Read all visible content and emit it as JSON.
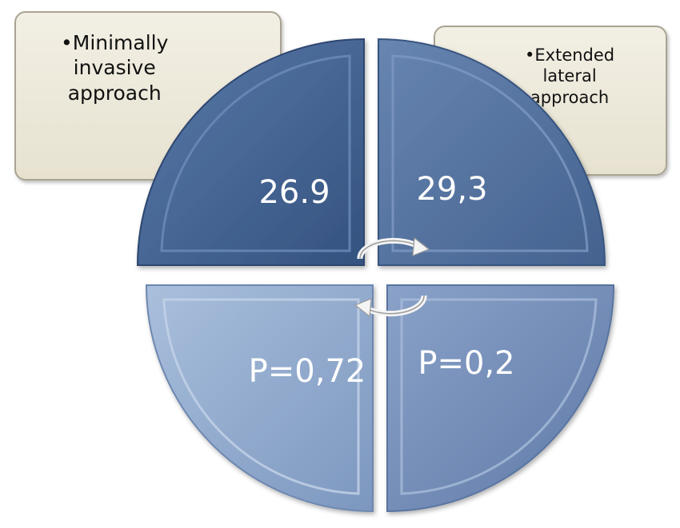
{
  "labels": {
    "left": "•Minimally\ninvasive\napproach",
    "right": "•Extended\nlateral\napproach"
  },
  "quadrants": {
    "top_left": "26.9",
    "top_right": "29,3",
    "bottom_left": "P=0,72",
    "bottom_right": "P=0,2"
  },
  "colors": {
    "top_left": "#3f5f8f",
    "top_right": "#4e6d9c",
    "bottom_left": "#8ba4c8",
    "bottom_right": "#7089b5",
    "box_fill": "#ebe7d8"
  },
  "icons": [
    "cycle-arrow-icon",
    "cycle-arrow-icon"
  ]
}
